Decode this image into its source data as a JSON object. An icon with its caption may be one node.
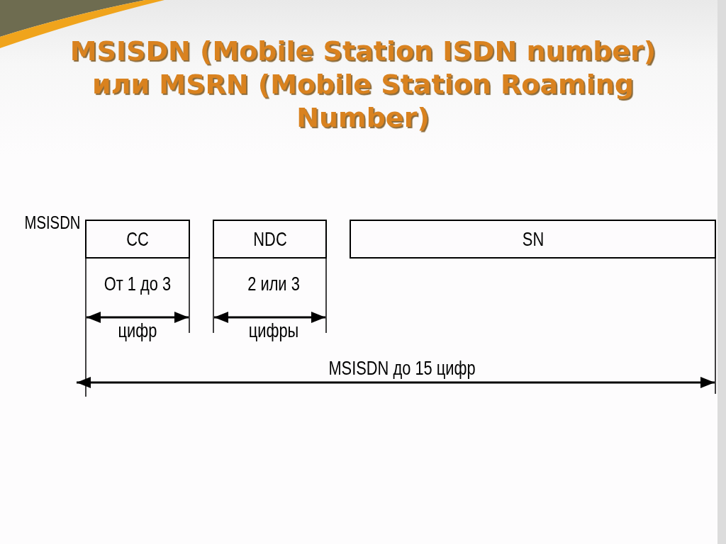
{
  "diagram": {
    "title": "MSISDN (Mobile Station ISDN number) или MSRN (Mobile Station Roaming Number)",
    "nodes": [
      {
        "text": [
          "CC"
        ]
      },
      {
        "text": [
          "NDC"
        ]
      },
      {
        "text": [
          "SN"
        ]
      }
    ],
    "labels": [
      "MSISDN",
      "От 1 до 3",
      "2 или 3",
      "цифр",
      "цифры",
      "MSISDN до 15 цифр"
    ]
  }
}
